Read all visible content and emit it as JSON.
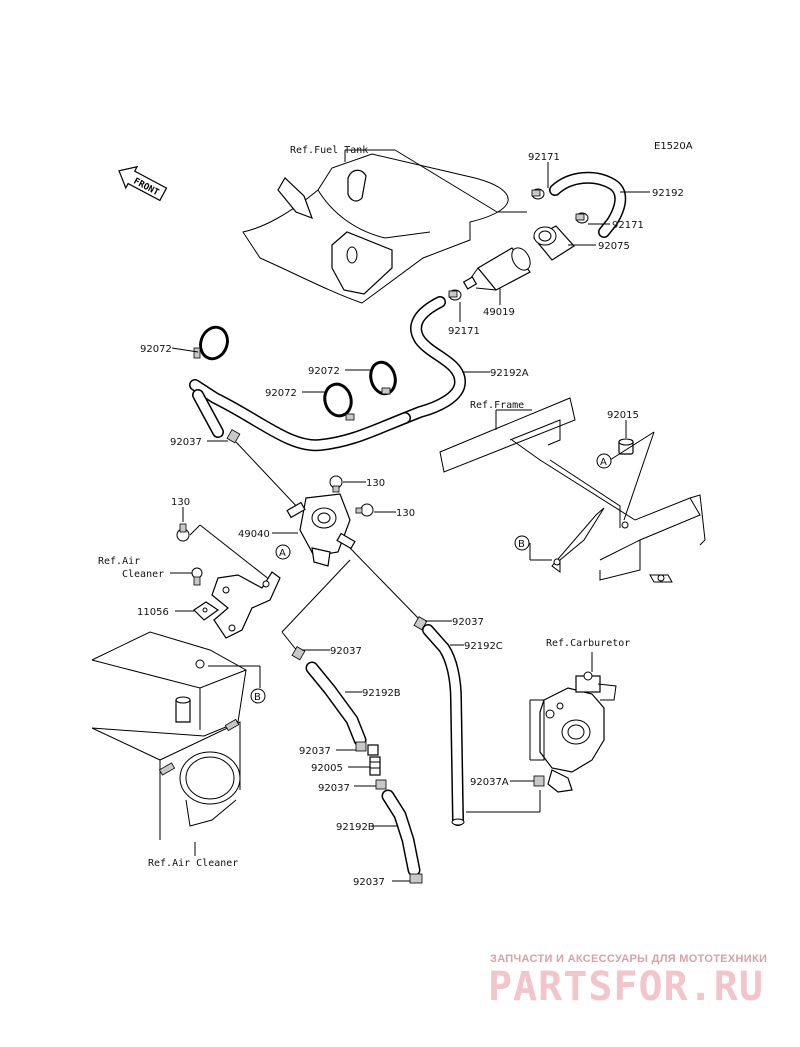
{
  "diagram_code": "E1520A",
  "front_label": "FRONT",
  "refs": {
    "fuel_tank": "Ref.Fuel Tank",
    "frame": "Ref.Frame",
    "carburetor": "Ref.Carburetor",
    "air_cleaner_top": "Ref.Air",
    "air_cleaner_top2": "Cleaner",
    "air_cleaner_bottom": "Ref.Air Cleaner"
  },
  "part_numbers": {
    "p92171_a": "92171",
    "p92192": "92192",
    "p92171_b": "92171",
    "p92075": "92075",
    "p49019": "49019",
    "p92171_c": "92171",
    "p92072_a": "92072",
    "p92192A": "92192A",
    "p92072_b": "92072",
    "p92072_c": "92072",
    "p92015": "92015",
    "p92037_a": "92037",
    "p130_a": "130",
    "p130_b": "130",
    "p130_c": "130",
    "p49040": "49040",
    "p11056": "11056",
    "p92037_b": "92037",
    "p92192C": "92192C",
    "p92037_c": "92037",
    "p92192B_a": "92192B",
    "p92037_d": "92037",
    "p92005": "92005",
    "p92037_e": "92037",
    "p92037A": "92037A",
    "p92192B_b": "92192B",
    "p92037_f": "92037"
  },
  "markers": {
    "a1": "A",
    "a2": "A",
    "b1": "B",
    "b2": "B"
  },
  "watermark": {
    "line1": "ЗАПЧАСТИ И АКСЕССУАРЫ ДЛЯ МОТОТЕХНИКИ",
    "line2": "PARTSFOR.RU"
  }
}
